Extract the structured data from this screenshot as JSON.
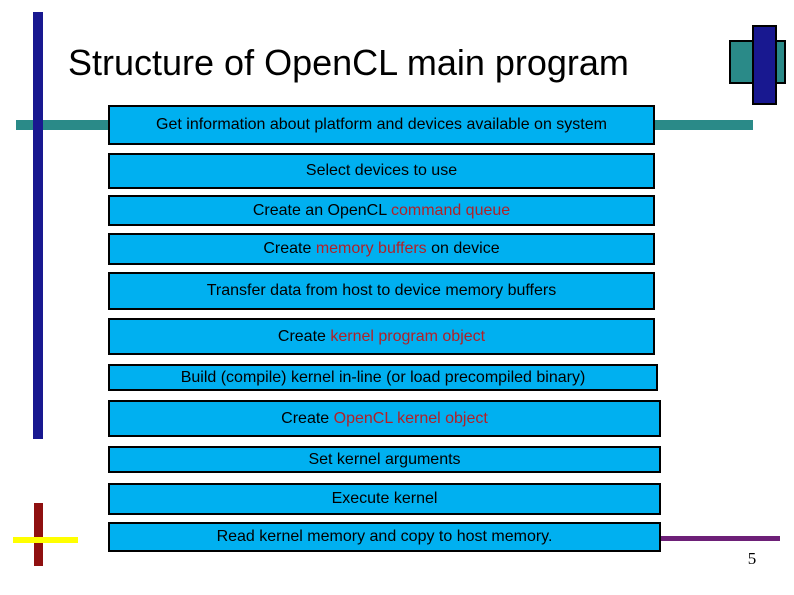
{
  "title": "Structure of OpenCL main program",
  "page_number": "5",
  "colors": {
    "box_fill": "#00b0f0",
    "box_border": "#000000",
    "text": "#000000",
    "highlight": "#b02128",
    "teal": "#2a8a88",
    "navy": "#181890",
    "dark_red": "#8f1010",
    "yellow": "#ffff00",
    "purple": "#6d2077"
  },
  "boxes": [
    {
      "segments": [
        {
          "text": "Get information about platform and devices available on system",
          "highlight": false
        }
      ]
    },
    {
      "segments": [
        {
          "text": "Select devices to use",
          "highlight": false
        }
      ]
    },
    {
      "segments": [
        {
          "text": "Create an OpenCL ",
          "highlight": false
        },
        {
          "text": "command queue",
          "highlight": true
        }
      ]
    },
    {
      "segments": [
        {
          "text": "Create ",
          "highlight": false
        },
        {
          "text": "memory buffers",
          "highlight": true
        },
        {
          "text": " on device",
          "highlight": false
        }
      ]
    },
    {
      "segments": [
        {
          "text": "Transfer data from host to device memory buffers",
          "highlight": false
        }
      ]
    },
    {
      "segments": [
        {
          "text": "Create ",
          "highlight": false
        },
        {
          "text": "kernel program object",
          "highlight": true
        }
      ]
    },
    {
      "segments": [
        {
          "text": "Build (compile) kernel in-line (or load precompiled binary)",
          "highlight": false
        }
      ]
    },
    {
      "segments": [
        {
          "text": "Create ",
          "highlight": false
        },
        {
          "text": "OpenCL kernel object",
          "highlight": true
        }
      ]
    },
    {
      "segments": [
        {
          "text": "Set kernel arguments",
          "highlight": false
        }
      ]
    },
    {
      "segments": [
        {
          "text": "Execute kernel",
          "highlight": false
        }
      ]
    },
    {
      "segments": [
        {
          "text": "Read kernel memory and copy to host memory.",
          "highlight": false
        }
      ]
    }
  ]
}
